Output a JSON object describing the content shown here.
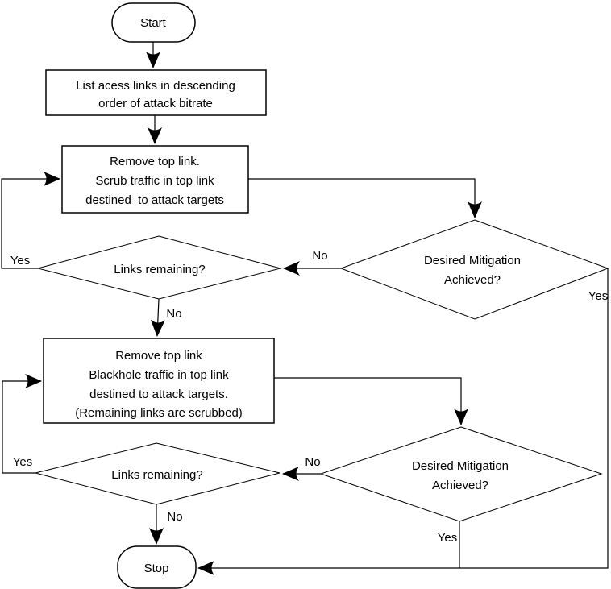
{
  "diagram": {
    "background_color": "#ffffff",
    "line_color": "#000000",
    "text_color": "#000000",
    "nodes": {
      "start": {
        "label": "Start"
      },
      "list_links": {
        "lines": [
          "List acess links in descending",
          "order of attack bitrate"
        ]
      },
      "scrub": {
        "lines": [
          "Remove top link.",
          "Scrub traffic in top link",
          "destined  to attack targets"
        ]
      },
      "mitigation_scrub": {
        "lines": [
          "Desired Mitigation",
          "Achieved?"
        ]
      },
      "links_remaining_scrub": {
        "label": "Links remaining?"
      },
      "blackhole": {
        "lines": [
          "Remove top link",
          "Blackhole traffic in top link",
          "destined to attack targets.",
          "(Remaining links are scrubbed)"
        ]
      },
      "mitigation_blackhole": {
        "lines": [
          "Desired Mitigation",
          "Achieved?"
        ]
      },
      "links_remaining_blackhole": {
        "label": "Links remaining?"
      },
      "stop": {
        "label": "Stop"
      }
    },
    "edge_labels": {
      "mitigation_scrub_no": "No",
      "mitigation_scrub_yes": "Yes",
      "links_scrub_yes": "Yes",
      "links_scrub_no": "No",
      "mitigation_blackhole_no": "No",
      "mitigation_blackhole_yes": "Yes",
      "links_blackhole_yes": "Yes",
      "links_blackhole_no": "No"
    }
  }
}
